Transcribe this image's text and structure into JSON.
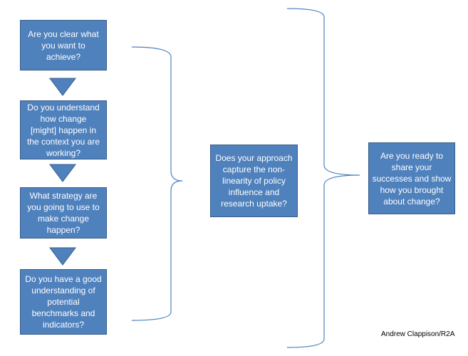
{
  "diagram": {
    "questions": [
      "Are you clear what\nyou want to\nachieve?",
      "Do you understand\nhow  change\n[might] happen in\nthe context you are\nworking?",
      "What strategy are\nyou going to use to\nmake change\nhappen?",
      "Do you have a good\nunderstanding of\npotential\nbenchmarks and\nindicators?"
    ],
    "middle_question": "Does your approach\ncapture the non-\nlinearity of  policy\ninfluence and\nresearch uptake?",
    "final_question": "Are you ready to\nshare your\nsuccesses and show\nhow you brought\nabout change?",
    "credit": "Andrew Clappison/R2A"
  },
  "colors": {
    "box_fill": "#4f81bd",
    "box_border": "#385d8a",
    "arrow_fill": "#4f81bd",
    "bracket_stroke": "#4f81bd"
  }
}
